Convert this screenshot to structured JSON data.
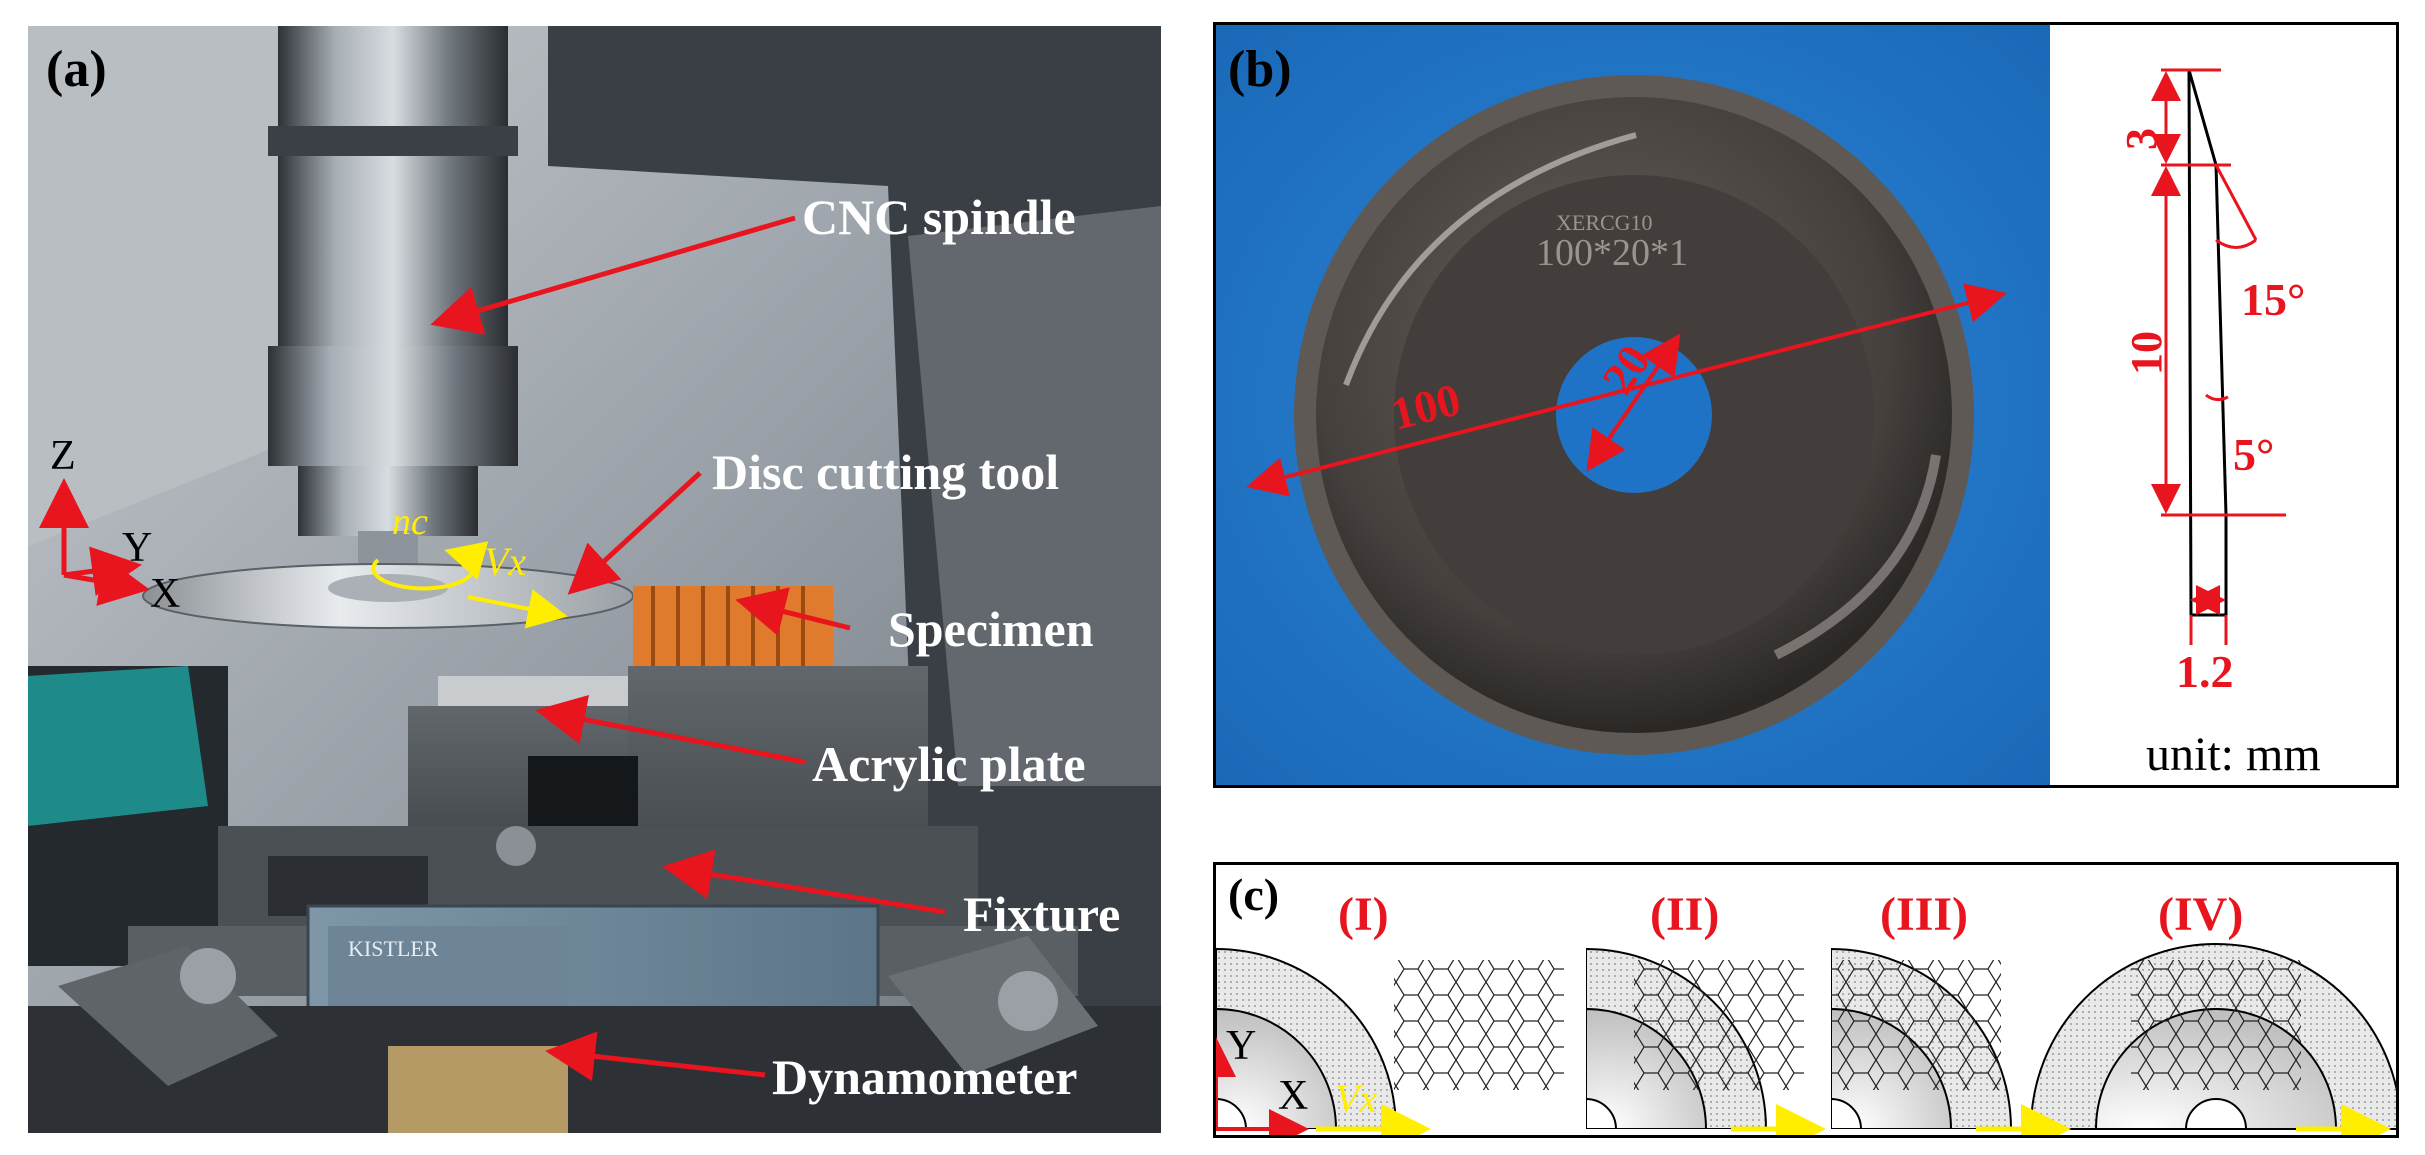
{
  "panel_a": {
    "label": "(a)",
    "callouts": [
      "CNC spindle",
      "Disc cutting tool",
      "Specimen",
      "Acrylic plate",
      "Fixture",
      "Dynamometer"
    ],
    "axes": {
      "z": "Z",
      "y": "Y",
      "x": "X"
    },
    "speed_labels": {
      "rotation": "nc",
      "feed": "Vx"
    },
    "plate_text": "KISTLER",
    "colors": {
      "arrow": "#e8141e",
      "speed": "#ffee00"
    }
  },
  "panel_b": {
    "label": "(b)",
    "disc_engraving_top": "XERCG10",
    "disc_engraving": "100*20*1",
    "dim_outer": "100",
    "dim_inner": "20",
    "profile": {
      "d1": "3",
      "d2": "10",
      "ang1": "15°",
      "ang2": "5°",
      "thick": "1.2"
    },
    "unit": "unit: mm"
  },
  "panel_c": {
    "label": "(c)",
    "stages": [
      "(I)",
      "(II)",
      "(III)",
      "(IV)"
    ],
    "axes": {
      "y": "Y",
      "x": "X",
      "v": "Vx"
    }
  }
}
